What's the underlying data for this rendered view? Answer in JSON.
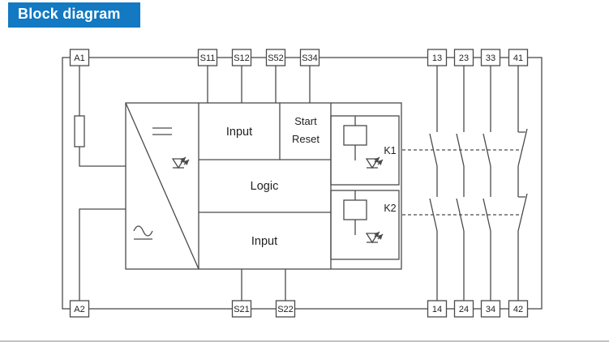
{
  "header": {
    "title": "Block diagram"
  },
  "colors": {
    "header_bg": "#1279c2",
    "line_color": "#4a4a4a"
  },
  "terminals": {
    "a1": "A1",
    "s11": "S11",
    "s12": "S12",
    "s52": "S52",
    "s34": "S34",
    "t13": "13",
    "t23": "23",
    "t33": "33",
    "t41": "41",
    "a2": "A2",
    "s21": "S21",
    "s22": "S22",
    "t14": "14",
    "t24": "24",
    "t34": "34",
    "t42": "42"
  },
  "blocks": {
    "input_top": "Input",
    "start": "Start",
    "reset": "Reset",
    "logic": "Logic",
    "input_bottom": "Input"
  },
  "relays": {
    "k1": "K1",
    "k2": "K2"
  }
}
